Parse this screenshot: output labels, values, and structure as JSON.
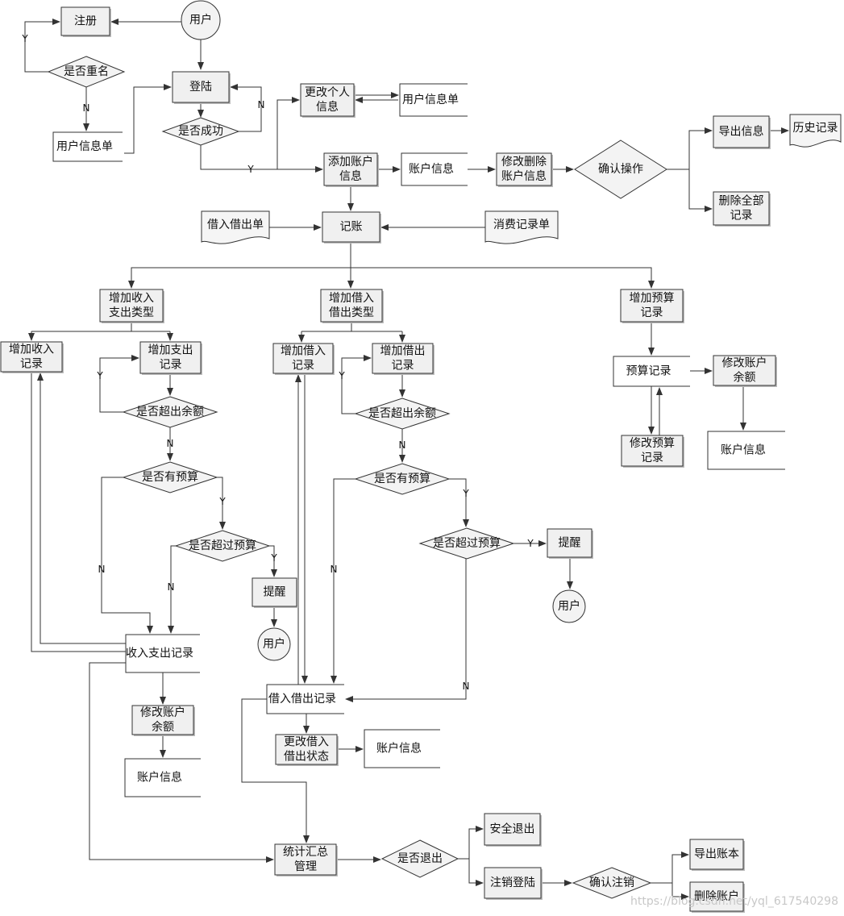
{
  "nodes": {
    "user_top": "用户",
    "register": "注册",
    "dup_name": "是否重名",
    "user_info_left": "用户信息单",
    "login": "登陆",
    "login_ok": "是否成功",
    "change_personal": [
      "更改个人",
      "信息"
    ],
    "user_info_right": "用户信息单",
    "add_account": [
      "添加账户",
      "信息"
    ],
    "account_info_top": "账户信息",
    "modify_delete_account": [
      "修改删除",
      "账户信息"
    ],
    "confirm_op": "确认操作",
    "export_info": "导出信息",
    "history": "历史记录",
    "delete_all": [
      "删除全部",
      "记录"
    ],
    "borrow_lend_form": "借入借出单",
    "bookkeeping": "记账",
    "consume_form": "消费记录单",
    "add_inout_type": [
      "增加收入",
      "支出类型"
    ],
    "add_borrow_type": [
      "增加借入",
      "借出类型"
    ],
    "add_budget_record": [
      "增加预算",
      "记录"
    ],
    "add_income_record": [
      "增加收入",
      "记录"
    ],
    "add_expense_record": [
      "增加支出",
      "记录"
    ],
    "over_balance_1": "是否超出余额",
    "has_budget_1": "是否有预算",
    "over_budget_1": "是否超过预算",
    "remind_1": "提醒",
    "user_1": "用户",
    "inout_records": "收入支出记录",
    "modify_balance_1": [
      "修改账户",
      "余额"
    ],
    "account_info_1": "账户信息",
    "add_borrow_record": [
      "增加借入",
      "记录"
    ],
    "add_lend_record": [
      "增加借出",
      "记录"
    ],
    "over_balance_2": "是否超出余额",
    "has_budget_2": "是否有预算",
    "over_budget_2": "是否超过预算",
    "remind_2": "提醒",
    "user_2": "用户",
    "borrow_records": "借入借出记录",
    "change_borrow_status": [
      "更改借入",
      "借出状态"
    ],
    "account_info_2": "账户信息",
    "budget_record": "预算记录",
    "modify_balance_3": [
      "修改账户",
      "余额"
    ],
    "modify_budget_record": [
      "修改预算",
      "记录"
    ],
    "account_info_3": "账户信息",
    "stats": [
      "统计汇总",
      "管理"
    ],
    "exit_q": "是否退出",
    "safe_exit": "安全退出",
    "logout": "注销登陆",
    "confirm_logout": "确认注销",
    "export_book": "导出账本",
    "delete_account": "删除账户"
  },
  "labels": {
    "y": "Y",
    "n": "N"
  },
  "watermark": "https://blog.csdn.net/yql_617540298"
}
